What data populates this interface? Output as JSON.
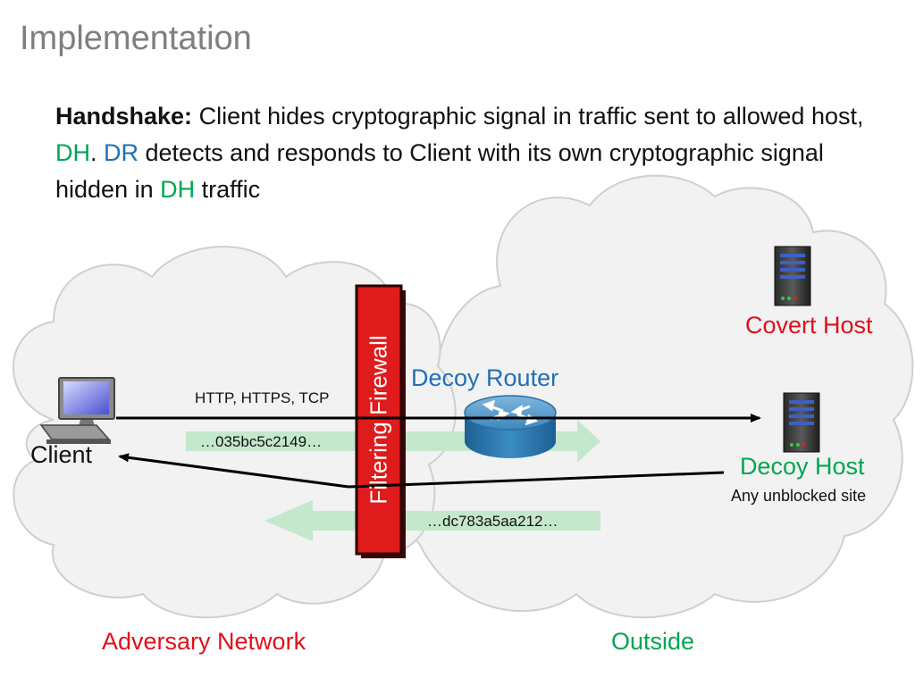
{
  "title": "Implementation",
  "handshake": {
    "label": "Handshake:",
    "t1": "Client hides cryptographic signal in traffic sent to allowed host, ",
    "dh1": "DH",
    "t2": ". ",
    "dr": "DR",
    "t3": " detects and responds to Client with its own cryptographic signal hidden in ",
    "dh2": "DH",
    "t4": " traffic"
  },
  "diagram": {
    "client": "Client",
    "protocols": "HTTP, HTTPS, TCP",
    "signal_out": "…035bc5c2149…",
    "signal_in": "…dc783a5aa212…",
    "firewall": "Filtering Firewall",
    "decoy_router": "Decoy Router",
    "covert_host": "Covert Host",
    "decoy_host": "Decoy Host",
    "decoy_host_sub": "Any unblocked site",
    "adversary_network": "Adversary Network",
    "outside": "Outside"
  },
  "colors": {
    "red": "#e0101a",
    "green": "#00a650",
    "blue": "#1f6fb8",
    "firewall_fill": "#e01b1b",
    "arrow_fill": "#c4e8cc"
  }
}
